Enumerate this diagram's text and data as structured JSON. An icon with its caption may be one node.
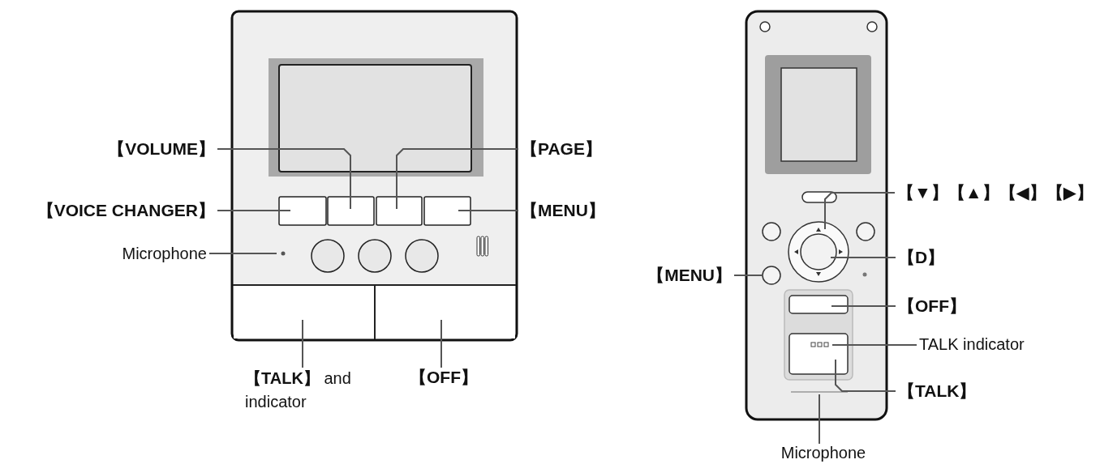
{
  "diagram": {
    "nodes": [
      {
        "text": [
          "【VOLUME】"
        ]
      },
      {
        "text": [
          "【PAGE】"
        ]
      },
      {
        "text": [
          "【VOICE CHANGER】"
        ]
      },
      {
        "text": [
          "【MENU】"
        ]
      },
      {
        "text": [
          "Microphone"
        ]
      },
      {
        "text": [
          "**【TALK】** and indicator"
        ]
      },
      {
        "text": [
          "【OFF】"
        ]
      },
      {
        "text": [
          "【▼】【▲】【◀】【▶】"
        ]
      },
      {
        "text": [
          "【D】"
        ]
      },
      {
        "text": [
          "【MENU】"
        ]
      },
      {
        "text": [
          "【OFF】"
        ]
      },
      {
        "text": [
          "TALK indicator"
        ]
      },
      {
        "text": [
          "【TALK】"
        ]
      },
      {
        "text": [
          "Microphone"
        ]
      }
    ],
    "edges": [
      {
        "from": 0,
        "to": null,
        "arrow": "none"
      },
      {
        "from": 1,
        "to": null,
        "arrow": "none"
      },
      {
        "from": 2,
        "to": null,
        "arrow": "none"
      },
      {
        "from": 3,
        "to": null,
        "arrow": "none"
      },
      {
        "from": 4,
        "to": null,
        "arrow": "none"
      },
      {
        "from": 5,
        "to": null,
        "arrow": "none"
      },
      {
        "from": 6,
        "to": null,
        "arrow": "none"
      },
      {
        "from": 7,
        "to": null,
        "arrow": "none"
      },
      {
        "from": 8,
        "to": null,
        "arrow": "none"
      },
      {
        "from": 9,
        "to": null,
        "arrow": "none"
      },
      {
        "from": 10,
        "to": null,
        "arrow": "none"
      },
      {
        "from": 11,
        "to": null,
        "arrow": "none"
      },
      {
        "from": 12,
        "to": null,
        "arrow": "none"
      },
      {
        "from": 13,
        "to": null,
        "arrow": "none"
      }
    ]
  }
}
